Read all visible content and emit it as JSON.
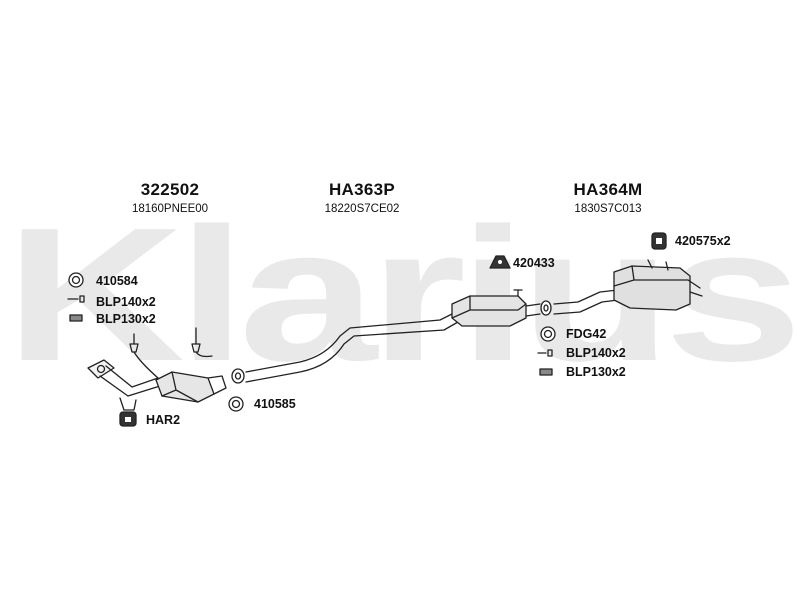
{
  "watermark": {
    "brand": "Klarius",
    "color": "#e9e9e9"
  },
  "sections": [
    {
      "code": "322502",
      "oem": "18160PNEE00"
    },
    {
      "code": "HA363P",
      "oem": "18220S7CE02"
    },
    {
      "code": "HA364M",
      "oem": "1830S7C013"
    }
  ],
  "parts": {
    "gasket_410584": "410584",
    "blp140_left": "BLP140x2",
    "blp130_left": "BLP130x2",
    "hanger_har2": "HAR2",
    "ring_410585": "410585",
    "rubber_420433": "420433",
    "rubber_420575": "420575x2",
    "gasket_fdg42": "FDG42",
    "blp140_right": "BLP140x2",
    "blp130_right": "BLP130x2"
  }
}
